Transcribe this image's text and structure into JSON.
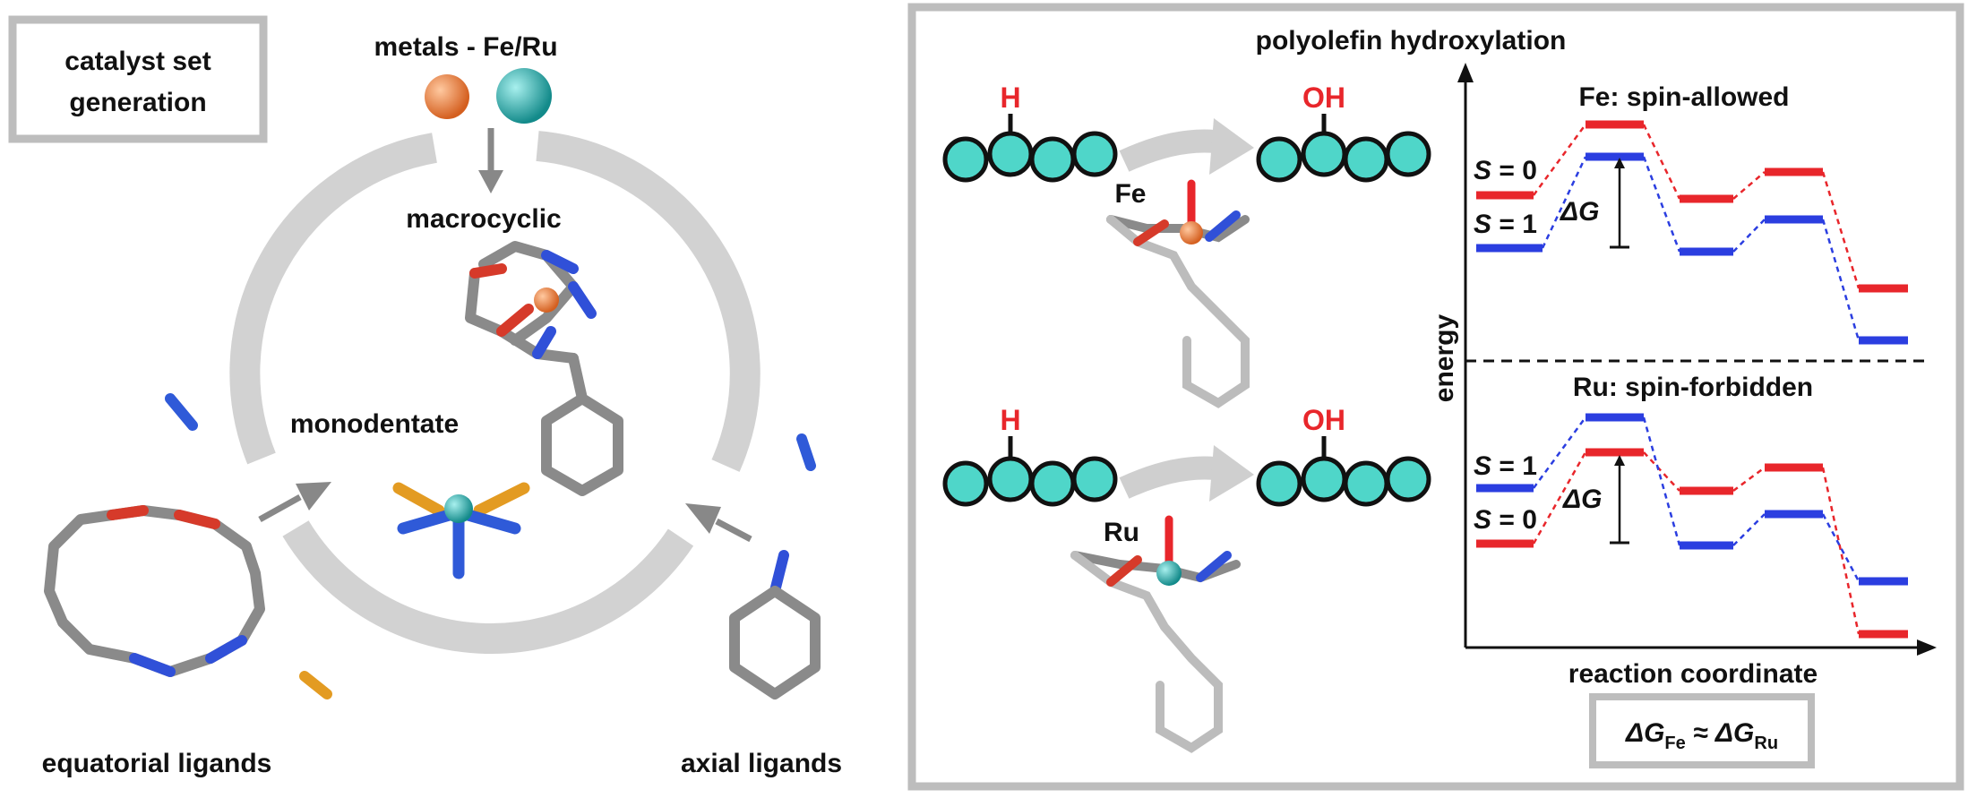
{
  "left": {
    "box_line1": "catalyst set",
    "box_line2": "generation",
    "metals": "metals - Fe/Ru",
    "macrocyclic": "macrocyclic",
    "monodentate": "monodentate",
    "equatorial": "equatorial ligands",
    "axial": "axial ligands"
  },
  "right": {
    "title": "polyolefin hydroxylation",
    "h_label": "H",
    "oh_label": "OH",
    "fe_label": "Fe",
    "ru_label": "Ru",
    "fe_title": "Fe: spin-allowed",
    "ru_title": "Ru: spin-forbidden",
    "s_symbol": "S",
    "s_eq0": " = 0",
    "s_eq1": " = 1",
    "delta_g": "ΔG",
    "energy": "energy",
    "reaction_coordinate": "reaction coordinate",
    "eq_prefix": "ΔG",
    "eq_sub_fe": "Fe",
    "eq_approx": " ≈ ΔG",
    "eq_sub_ru": "Ru"
  },
  "colors": {
    "fe_metal": "#e07a3a",
    "ru_metal": "#2aa6a6",
    "bead": "#4fd6c9",
    "red": "#e8262b",
    "blue": "#2b3ee0",
    "gray_ring": "#d0d0d0"
  }
}
